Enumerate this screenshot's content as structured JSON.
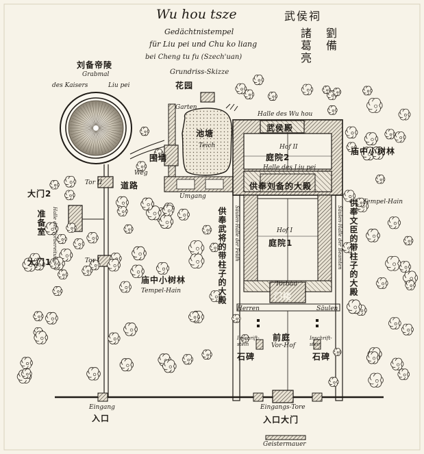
{
  "title": {
    "name_latin": "Wu hou tsze",
    "name_chinese": "武侯祠",
    "dedication": "Gedächtnistempel",
    "for_line": "für Liu pei und Chu ko liang",
    "location": "bei Cheng tu fu (Szech'uan)",
    "person_1": "劉備",
    "person_2": "諸葛亮",
    "sketch": "Grundriss-Skizze"
  },
  "labels": {
    "tomb_zh": "刘备帝陵",
    "tomb_de": "Grabmal",
    "tomb_de_2": "des Kaisers",
    "tomb_de_3": "Liu pei",
    "garden_zh": "花园",
    "garden_de": "Garten",
    "pond_zh": "池塘",
    "pond_de": "Teich",
    "wall_zh": "围墙",
    "road_zh": "道路",
    "road_de": "Weg",
    "hall_wuhou_de": "Halle des Wu hou",
    "hall_wuhou_zh": "武侯殿",
    "court2_de": "Hof II",
    "court2_zh": "庭院2",
    "hall_liupei_de": "Halle des Liu pei",
    "hall_liupei_zh": "供奉刘备的大殿",
    "grove_right_zh": "庙中小树林",
    "gate2_de": "Tor II",
    "gate2_zh": "大门2",
    "prep_zh": "准备室",
    "prep_de": "Halle der Vorbereitung",
    "gate1_de": "Tor I",
    "gate1_zh": "大门1",
    "gang_de": "Umgang",
    "military_hall_zh": "供奉武将的带柱子的大殿",
    "military_hall_de": "Säulen-Halle der Feldh",
    "civil_hall_zh": "供奉文臣的带柱子的大殿",
    "civil_hall_de": "Säulen-Halle der Beamten",
    "temple_grove_de": "Tempel-Hain",
    "temple_grove_right_de": "Tempel-Hain",
    "temple_grove_zh": "庙中小树林",
    "court1_de": "Hof I",
    "court1_zh": "庭院1",
    "gatehouse_de": "Torbau",
    "gatehouse_zh": "门楼",
    "columns_left_de": "Herren",
    "columns_right_de": "Säulen",
    "forecourt_zh": "前庭",
    "forecourt_de": "Vor-Hof",
    "stele_left_de": "Inschrift-stein",
    "stele_left_zh": "石碑",
    "stele_right_de": "Inschrift-stein",
    "stele_right_zh": "石碑",
    "entrance_de": "Eingang",
    "entrance_zh": "入口",
    "main_entrance_de": "Eingangs-Tore",
    "main_entrance_zh": "入口大门",
    "spirit_wall_de": "Geistermauer"
  }
}
